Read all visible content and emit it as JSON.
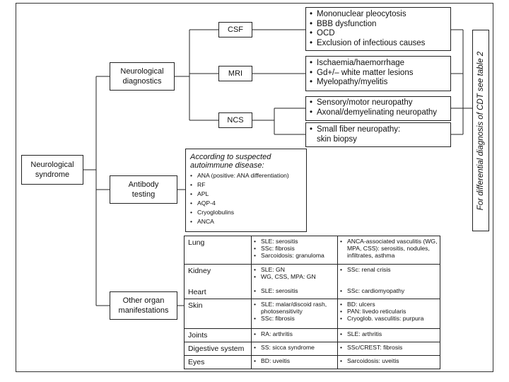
{
  "nodes": {
    "root": "Neurological\nsyndrome",
    "neuro_diag": "Neurological\ndiagnostics",
    "antibody": "Antibody\ntesting",
    "other_organ": "Other organ\nmanifestations",
    "csf": "CSF",
    "mri": "MRI",
    "ncs": "NCS"
  },
  "csf_findings": [
    "Mononuclear pleocytosis",
    "BBB dysfunction",
    "OCD",
    "Exclusion of infectious causes"
  ],
  "mri_findings": [
    "Ischaemia/haemorrhage",
    "Gd+/– white matter lesions",
    "Myelopathy/myelitis"
  ],
  "ncs_findings": [
    "Sensory/motor neuropathy",
    "Axonal/demyelinating neuropathy"
  ],
  "small_fiber": [
    "Small fiber neuropathy:\nskin biopsy"
  ],
  "antibody_box": {
    "heading": "According to suspected\nautoimmune disease:",
    "items": [
      "ANA (positive: ANA differentiation)",
      "RF",
      "APL",
      "AQP-4",
      "Cryoglobulins",
      "ANCA"
    ]
  },
  "side_note": "For differential diagnosis of CDT see table 2",
  "organs": [
    {
      "organ": "Lung",
      "col1": [
        "SLE: serositis",
        "SSc: fibrosis",
        "Sarcoidosis: granuloma"
      ],
      "col2": [
        "ANCA-associated vasculitis (WG, MPA, CSS): serositis, nodules, infiltrates, asthma"
      ]
    },
    {
      "organ": "Kidney",
      "col1": [
        "SLE: GN",
        "WG, CSS, MPA: GN"
      ],
      "col2": [
        "SSc: renal crisis"
      ]
    },
    {
      "organ": "Heart",
      "col1": [
        "SLE: serositis"
      ],
      "col2": [
        "SSc: cardiomyopathy"
      ]
    },
    {
      "organ": "Skin",
      "col1": [
        "SLE: malar/discoid rash, photosensitivity",
        "SSc: fibrosis"
      ],
      "col2": [
        "BD: ulcers",
        "PAN: livedo reticularis",
        "Cryoglob. vasculitis: purpura"
      ]
    },
    {
      "organ": "Joints",
      "col1": [
        "RA: arthritis"
      ],
      "col2": [
        "SLE: arthritis"
      ]
    },
    {
      "organ": "Digestive system",
      "col1": [
        "SS: sicca syndrome"
      ],
      "col2": [
        "SSc/CREST: fibrosis"
      ]
    },
    {
      "organ": "Eyes",
      "col1": [
        "BD: uveitis"
      ],
      "col2": [
        "Sarcoidosis: uveitis"
      ]
    }
  ]
}
